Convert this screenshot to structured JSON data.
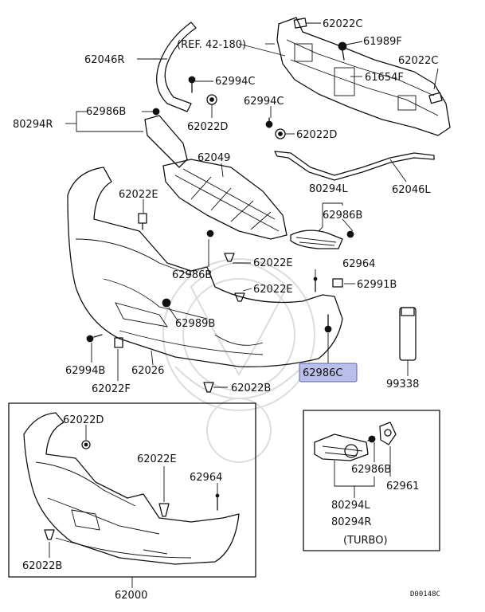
{
  "callouts": {
    "p62022C_top": "62022C",
    "p61989F": "61989F",
    "ref": "(REF. 42-180)",
    "p62022C_right": "62022C",
    "p62046R": "62046R",
    "p61654F": "61654F",
    "p62994C_a": "62994C",
    "p62994C_b": "62994C",
    "p62986B_a": "62986B",
    "p80294R": "80294R",
    "p62022D_a": "62022D",
    "p62022D_b": "62022D",
    "p62049": "62049",
    "p62022E_a": "62022E",
    "p80294L": "80294L",
    "p62046L": "62046L",
    "p62986B_b": "62986B",
    "p62022E_b": "62022E",
    "p62986B_c": "62986B",
    "p62964_a": "62964",
    "p62022E_c": "62022E",
    "p62991B": "62991B",
    "p62989B": "62989B",
    "p62994B": "62994B",
    "p62026": "62026",
    "p62986C": "62986C",
    "p99338": "99338",
    "p62022F": "62022F",
    "p62022B_a": "62022B",
    "p62022D_c": "62022D",
    "p62022E_d": "62022E",
    "p62964_b": "62964",
    "p62022B_b": "62022B",
    "p62000": "62000",
    "p62986B_d": "62986B",
    "p62961": "62961",
    "p80294L_b": "80294L",
    "p80294R_b": "80294R",
    "turbo": "(TURBO)",
    "diagram_code": "D00148C"
  },
  "highlight_color": "#b9bfe8"
}
